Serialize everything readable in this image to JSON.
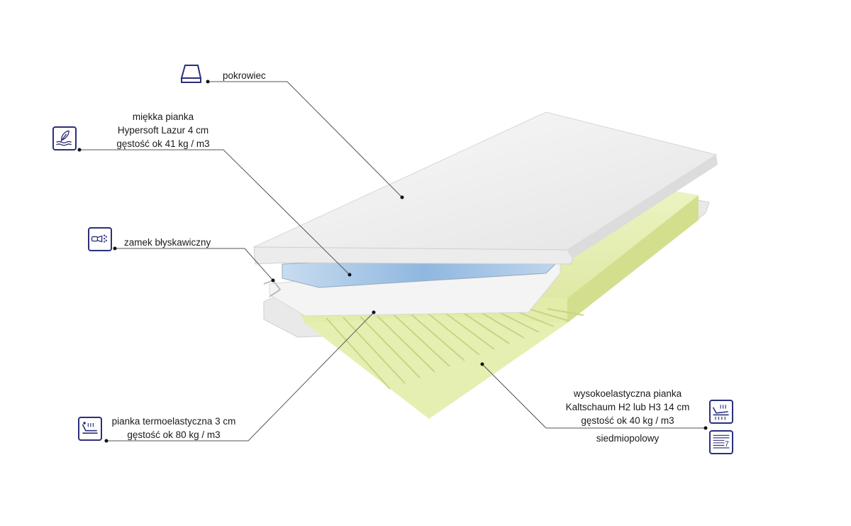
{
  "labels": {
    "cover": "pokrowiec",
    "soft_foam": [
      "miękka pianka",
      "Hypersoft Lazur  4 cm",
      "gęstość ok 41 kg / m3"
    ],
    "zipper": "zamek błyskawiczny",
    "thermo_foam": [
      "pianka termoelastyczna 3 cm",
      "gęstość ok 80 kg / m3"
    ],
    "ha_foam": [
      "wysokoelastyczna pianka",
      "Kaltschaum H2 lub H3 14 cm",
      "gęstość ok 40 kg / m3"
    ],
    "zones": "siedmiopolowy"
  },
  "icons": {
    "cover": "mattress-icon",
    "soft_foam": "feather-waves-icon",
    "zipper": "zipper-icon",
    "thermo_foam": "body-heat-icon",
    "ha_foam": "body-support-icon",
    "zones": "seven-zones-icon",
    "zones_number": "7"
  },
  "colors": {
    "icon": "#2b2f7a",
    "foam": "#e6f0b4",
    "cover": "#f2f2f2",
    "blue_foam": "#a9c8e8"
  }
}
